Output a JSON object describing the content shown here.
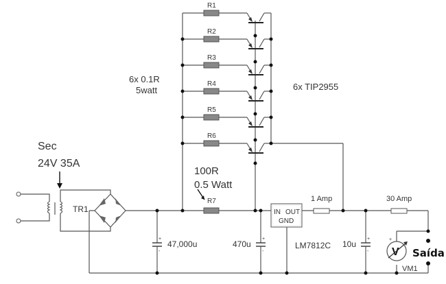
{
  "diagram": {
    "title_labels": {
      "resistor_note_line1": "6x 0.1R",
      "resistor_note_line2": "5watt",
      "transistor_note": "6x TIP2955",
      "secondary_line1": "Sec",
      "secondary_line2": "24V  35A",
      "r7_value": "100R",
      "r7_power": "0.5 Watt",
      "output_label": "Saída"
    },
    "resistors": [
      {
        "ref": "R1"
      },
      {
        "ref": "R2"
      },
      {
        "ref": "R3"
      },
      {
        "ref": "R4"
      },
      {
        "ref": "R5"
      },
      {
        "ref": "R6"
      },
      {
        "ref": "R7"
      }
    ],
    "transformer": {
      "ref": "TR1"
    },
    "capacitors": [
      {
        "value": "47,000u"
      },
      {
        "value": "470u"
      },
      {
        "value": "10u"
      }
    ],
    "regulator": {
      "in": "IN",
      "out": "OUT",
      "gnd": "GND",
      "part": "LM7812C"
    },
    "fuses": [
      {
        "rating": "1 Amp"
      },
      {
        "rating": "30 Amp"
      }
    ],
    "voltmeter": {
      "ref": "VM1",
      "symbol": "V"
    },
    "polarity": {
      "plus": "+",
      "minus": "-"
    },
    "colors": {
      "wire": "#555555",
      "component_fill": "#888888",
      "text": "#333333",
      "junction": "#111111"
    }
  }
}
